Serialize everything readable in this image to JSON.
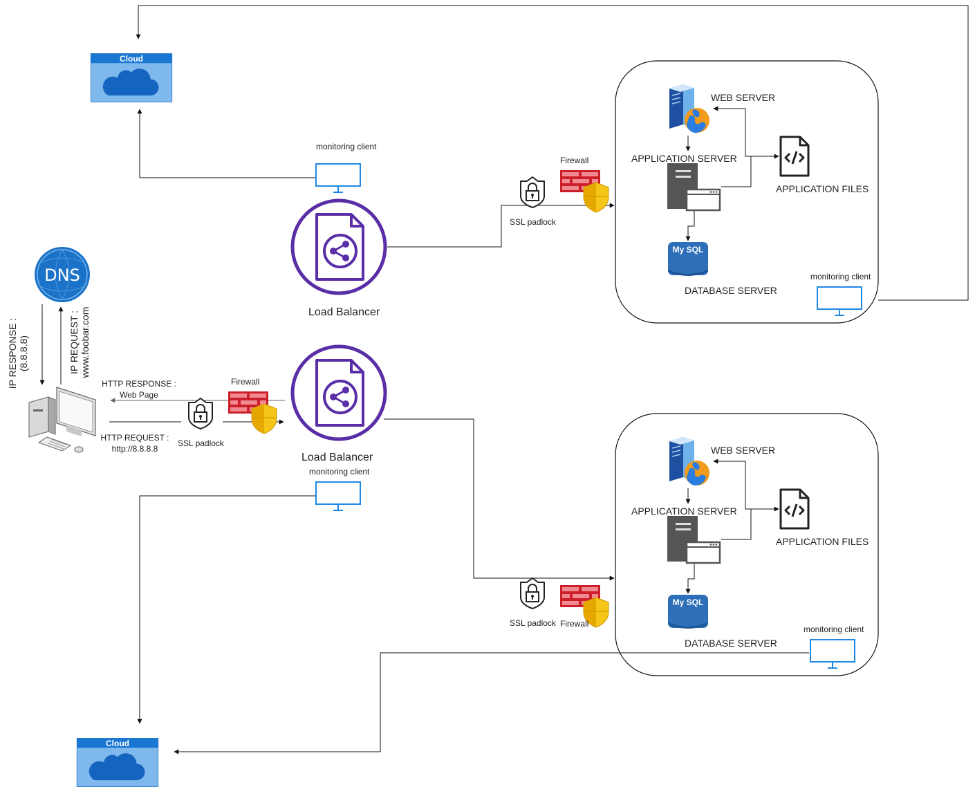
{
  "labels": {
    "cloud": "Cloud",
    "dns": "DNS",
    "monitoring_client": "monitoring client",
    "load_balancer": "Load Balancer",
    "firewall": "Firewall",
    "ssl_padlock": "SSL padlock",
    "web_server": "WEB SERVER",
    "application_server": "APPLICATION SERVER",
    "application_files": "APPLICATION FILES",
    "mysql": "My SQL",
    "database_server": "DATABASE SERVER"
  },
  "client_flow": {
    "ip_response_line1": "IP RESPONSE :",
    "ip_response_line2": "(8.8.8.8)",
    "ip_request_line1": "IP REQUEST :",
    "ip_request_line2": "www.foobar.com",
    "http_response_line1": "HTTP RESPONSE :",
    "http_response_line2": "Web Page",
    "http_request_line1": "HTTP REQUEST :",
    "http_request_line2": "http://8.8.8.8"
  },
  "icons": [
    "cloud-icon",
    "dns-icon",
    "computer-icon",
    "monitor-icon",
    "load-balancer-icon",
    "firewall-icon",
    "ssl-padlock-icon",
    "web-server-icon",
    "application-server-icon",
    "code-file-icon",
    "mysql-database-icon"
  ],
  "colors": {
    "load_balancer": "#5a2ea6",
    "monitor": "#1e88e5",
    "cloud_header": "#1976d2",
    "cloud_body": "#7fb8ec",
    "firewall": "#cc1f2b",
    "shield": "#f5c518",
    "dns": "#1a73c9",
    "mysql": "#2d6fb8"
  }
}
